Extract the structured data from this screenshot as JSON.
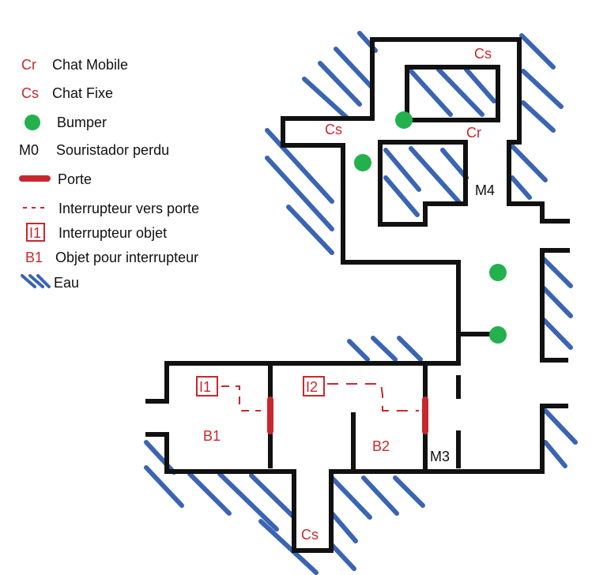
{
  "legend": {
    "items": [
      {
        "code": "Cr",
        "label": "Chat Mobile"
      },
      {
        "code": "Cs",
        "label": "Chat Fixe"
      },
      {
        "code": "",
        "label": "Bumper"
      },
      {
        "code": "M0",
        "label": "Souristador perdu"
      },
      {
        "code": "",
        "label": "Porte"
      },
      {
        "code": "",
        "label": "Interrupteur vers porte"
      },
      {
        "code": "I1",
        "label": "Interrupteur objet"
      },
      {
        "code": "B1",
        "label": "Objet pour interrupteur"
      },
      {
        "code": "",
        "label": "Eau"
      }
    ]
  },
  "map": {
    "labels": {
      "cs_top": "Cs",
      "cs_left": "Cs",
      "cr_center": "Cr",
      "m4": "M4",
      "i1": "I1",
      "i2": "I2",
      "b1": "B1",
      "b2": "B2",
      "m3": "M3",
      "cs_bottom": "Cs"
    }
  },
  "colors": {
    "red": "#c8282d",
    "wall": "#111111",
    "water": "#3a64b4",
    "bumper": "#22b14c"
  },
  "icons": [
    "bumper-icon",
    "door-icon",
    "water-icon",
    "switch-object-icon"
  ]
}
